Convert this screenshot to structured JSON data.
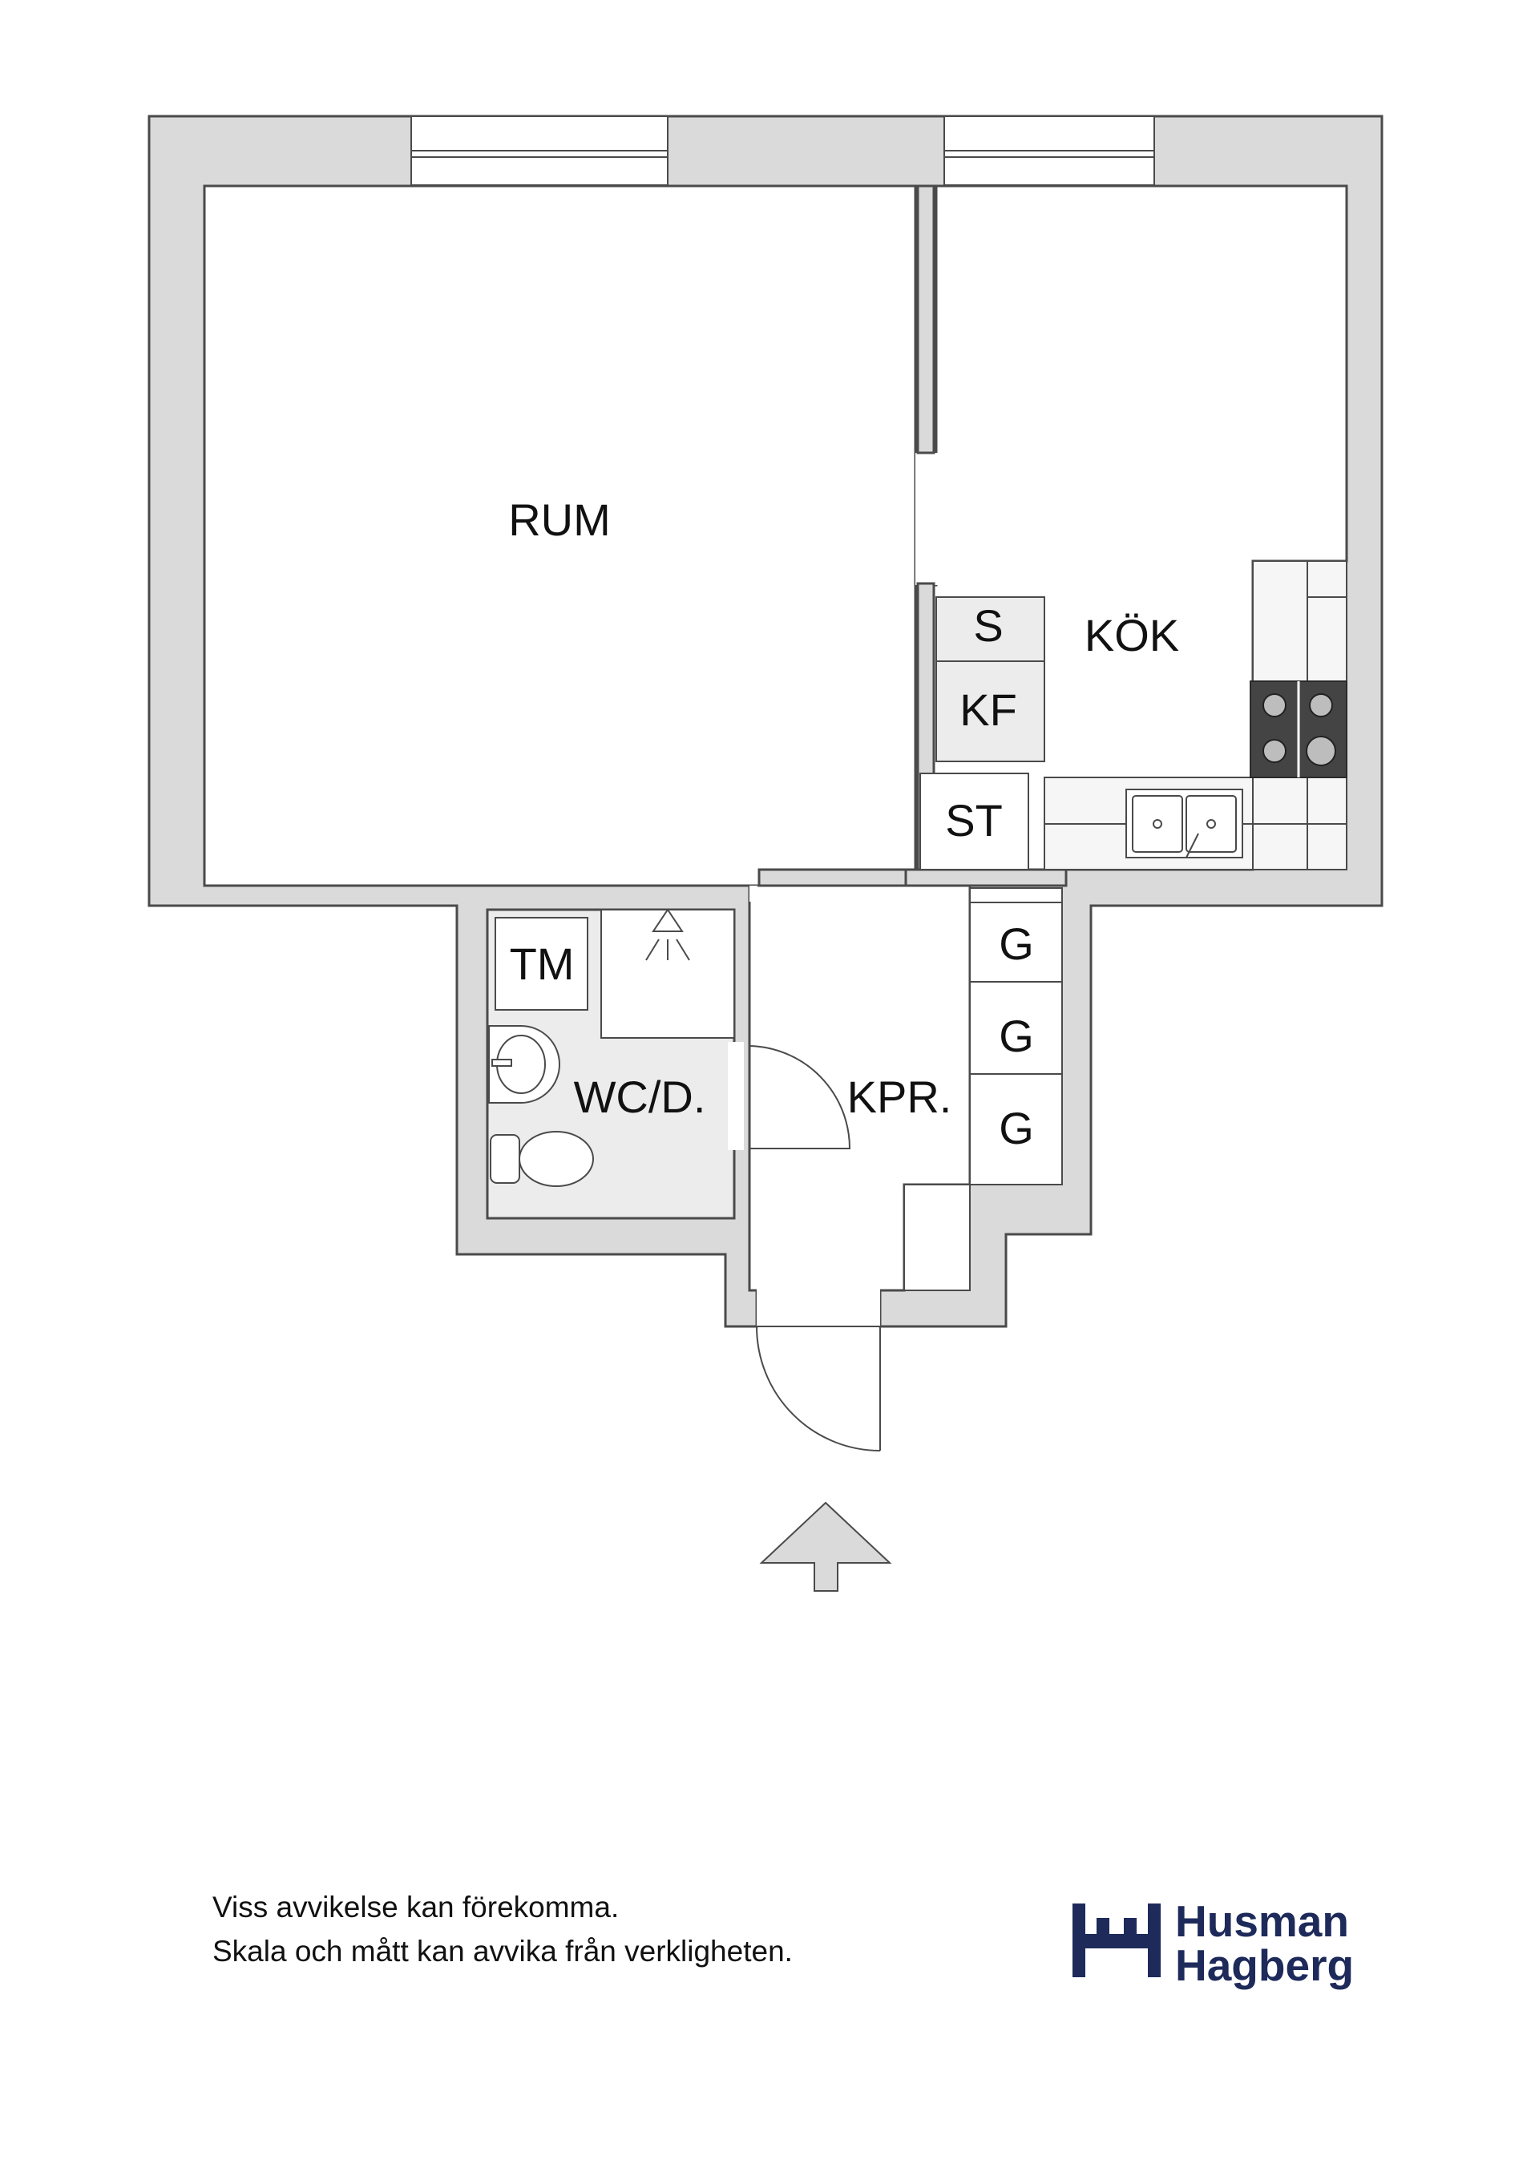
{
  "colors": {
    "wall": "#dadada",
    "wall_line": "#4a4a4a",
    "wet_room_floor": "#ececec",
    "fixture_fill": "#f2f2f2",
    "stove": "#444444",
    "brand": "#1d2a5a"
  },
  "rooms": {
    "rum": "RUM",
    "kok": "KÖK",
    "kpr": "KPR.",
    "wc": "WC/D."
  },
  "fixtures": {
    "s": "S",
    "kf": "KF",
    "st": "ST",
    "tm": "TM",
    "g1": "G",
    "g2": "G",
    "g3": "G"
  },
  "disclaimer": {
    "line1": "Viss avvikelse kan förekomma.",
    "line2": "Skala och mått kan avvika från verkligheten."
  },
  "brand": {
    "line1": "Husman",
    "line2": "Hagberg"
  }
}
